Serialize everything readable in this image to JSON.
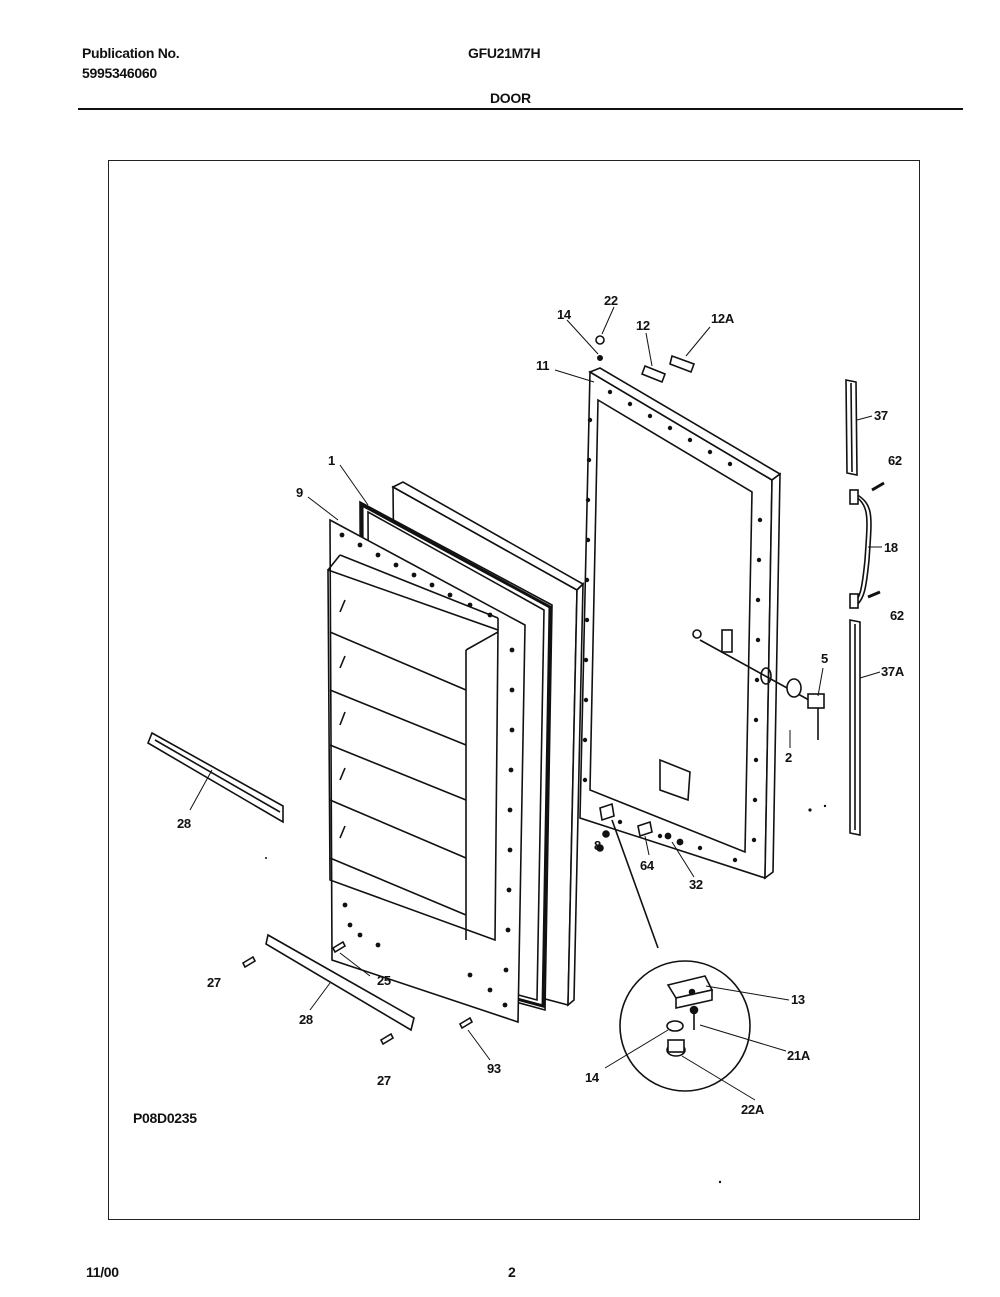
{
  "header": {
    "publication_label": "Publication No.",
    "publication_number": "5995346060",
    "model": "GFU21M7H",
    "section": "DOOR"
  },
  "footer": {
    "date": "11/00",
    "page": "2",
    "drawing_code": "P08D0235"
  },
  "callouts": {
    "c1": "1",
    "c9": "9",
    "c11": "11",
    "c12": "12",
    "c12a": "12A",
    "c14_top": "14",
    "c22": "22",
    "c37": "37",
    "c62_top": "62",
    "c18": "18",
    "c62_bottom": "62",
    "c5": "5",
    "c37a": "37A",
    "c2": "2",
    "c28_left": "28",
    "c8": "8",
    "c64": "64",
    "c32": "32",
    "c13": "13",
    "c21a": "21A",
    "c14_detail": "14",
    "c22a": "22A",
    "c27_left": "27",
    "c25": "25",
    "c28_bottom": "28",
    "c27_bottom": "27",
    "c93": "93"
  }
}
